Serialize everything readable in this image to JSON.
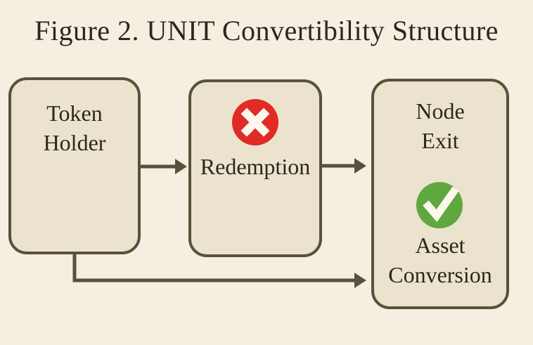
{
  "title": "Figure 2. UNIT Convertibility Structure",
  "diagram": {
    "nodes": [
      {
        "id": "token-holder",
        "label": "Token\nHolder"
      },
      {
        "id": "redemption",
        "label": "Redemption",
        "icon": "x-circle-icon",
        "status": "blocked"
      },
      {
        "id": "node-exit",
        "label": "Node\nExit",
        "sublabel": "Asset\nConversion",
        "icon": "check-circle-icon",
        "status": "allowed"
      }
    ],
    "edges": [
      {
        "from": "token-holder",
        "to": "redemption",
        "route": "direct"
      },
      {
        "from": "redemption",
        "to": "node-exit",
        "route": "direct"
      },
      {
        "from": "token-holder",
        "to": "node-exit",
        "route": "bottom-bypass"
      }
    ]
  },
  "colors": {
    "background": "#f6eee0",
    "node-fill": "#ece3cf",
    "line": "#57523a",
    "text": "#2a281e",
    "error-red": "#e12b26",
    "success-green": "#5fa73f"
  }
}
